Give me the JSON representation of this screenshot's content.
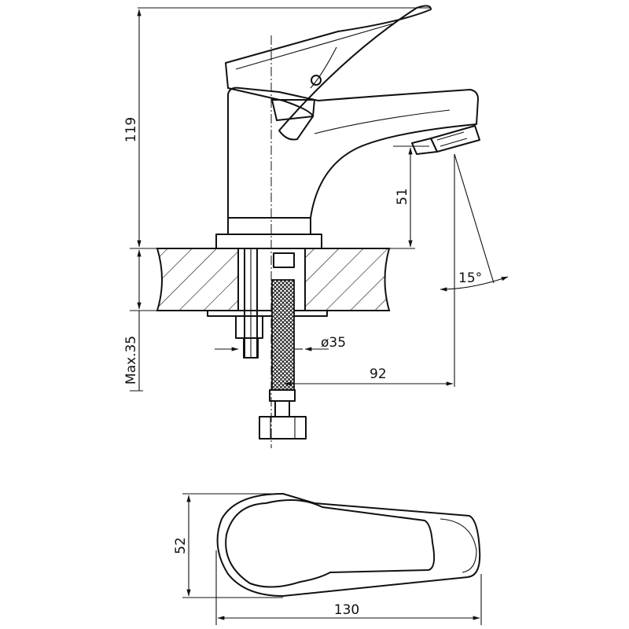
{
  "dimensions": {
    "total_height": "119",
    "spout_height": "51",
    "spout_angle": "15°",
    "mount_max_thickness": "Max.35",
    "mount_hole_diameter": "ø35",
    "spout_reach": "92",
    "base_depth": "52",
    "total_length": "130"
  },
  "colors": {
    "line": "#111111",
    "background": "#ffffff"
  }
}
